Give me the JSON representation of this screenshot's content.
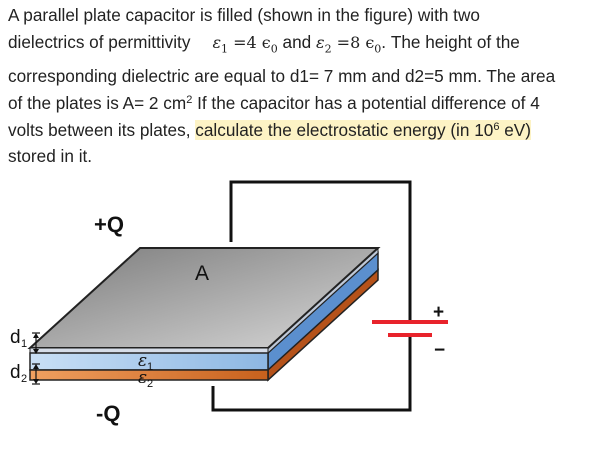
{
  "problem": {
    "line1": "A parallel plate capacitor is filled  (shown in the figure) with two",
    "line2_a": "dielectrics of permittivity",
    "eps1_sym": "ε",
    "eps1_sub": "1",
    "eps1_val": " =4 ϵ",
    "eps1_val_sub": "0",
    "and_word": " and ",
    "eps2_sym": "ε",
    "eps2_sub": "2",
    "eps2_val": " =8 ϵ",
    "eps2_val_sub": "0",
    "line2_b": ". The  height of the",
    "line3": "corresponding dielectric are equal to d1= 7 mm and  d2=5 mm. The  area",
    "line4_a": "of the plates is A= 2 cm",
    "line4_sup": "2",
    "line4_b": "  If the capacitor has a potential difference of 4",
    "line5_a": "volts between its plates, ",
    "line5_hl": "calculate the electrostatic energy (in 10",
    "line5_hl_sup": "6",
    "line5_hl_end": " eV)",
    "line6": "stored in it."
  },
  "figure": {
    "plus_q": "+Q",
    "minus_q": "-Q",
    "area_label": "A",
    "d1_main": "d",
    "d1_sub": "1",
    "d2_main": "d",
    "d2_sub": "2",
    "eps1_main": "ε",
    "eps1_sub": "1",
    "eps2_main": "ε",
    "eps2_sub": "2",
    "battery_plus": "+",
    "battery_minus": "−",
    "colors": {
      "top_plate": "#9a9a9a",
      "dielectric1": "#a9c9ec",
      "dielectric2": "#e07a34",
      "battery": "#e8232b"
    }
  }
}
